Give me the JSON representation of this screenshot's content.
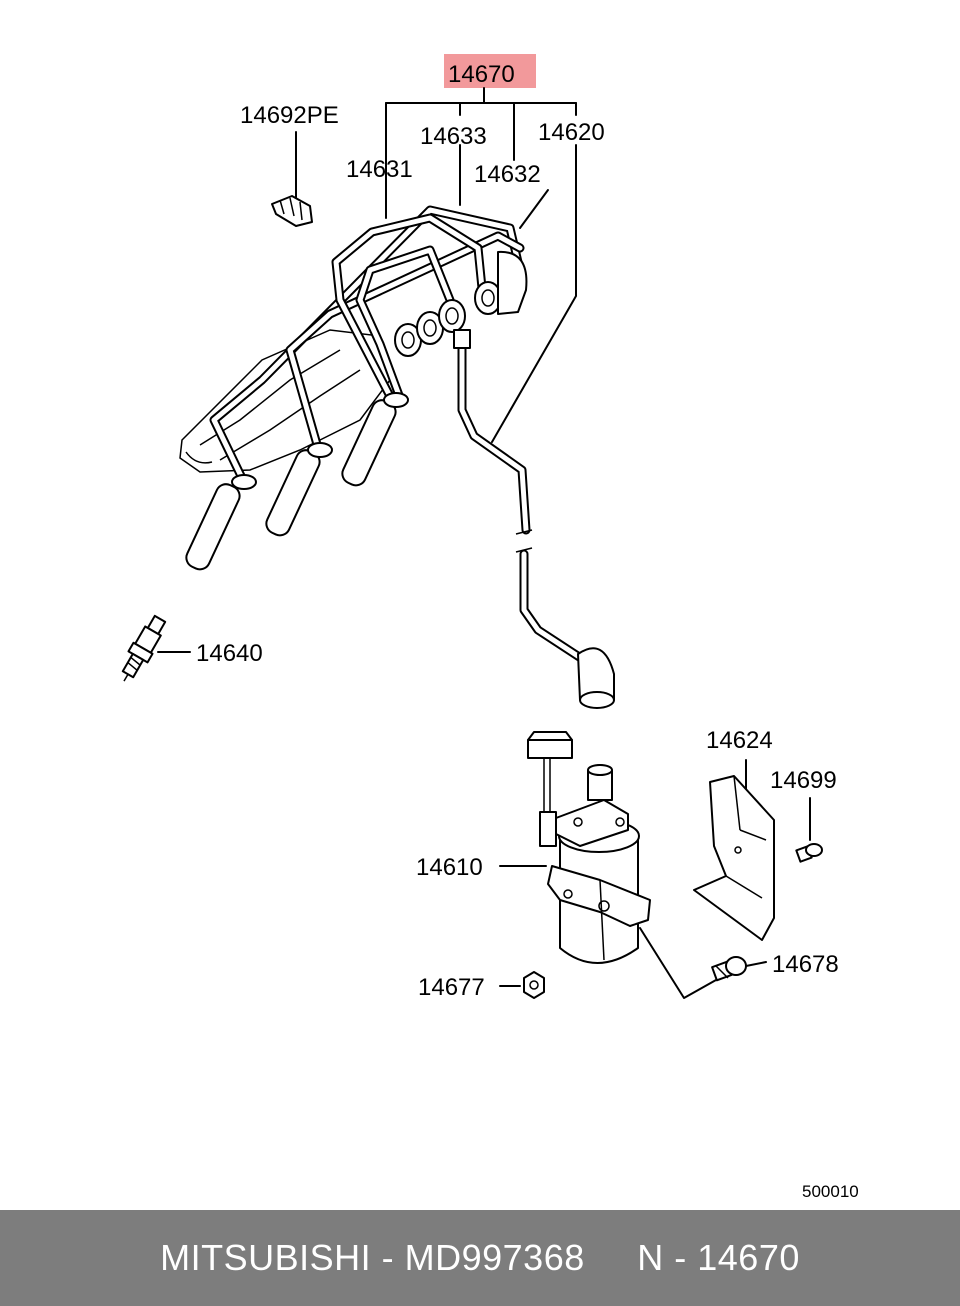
{
  "diagram": {
    "highlight_color": "#f2999b",
    "labels": {
      "p14670": "14670",
      "p14692PE": "14692PE",
      "p14633": "14633",
      "p14620": "14620",
      "p14631": "14631",
      "p14632": "14632",
      "p14640": "14640",
      "p14624": "14624",
      "p14699": "14699",
      "p14610": "14610",
      "p14678": "14678",
      "p14677": "14677"
    },
    "diagram_code": "500010"
  },
  "footer": {
    "text": "MITSUBISHI - MD997368     N - 14670",
    "background": "#7d7d7d"
  }
}
